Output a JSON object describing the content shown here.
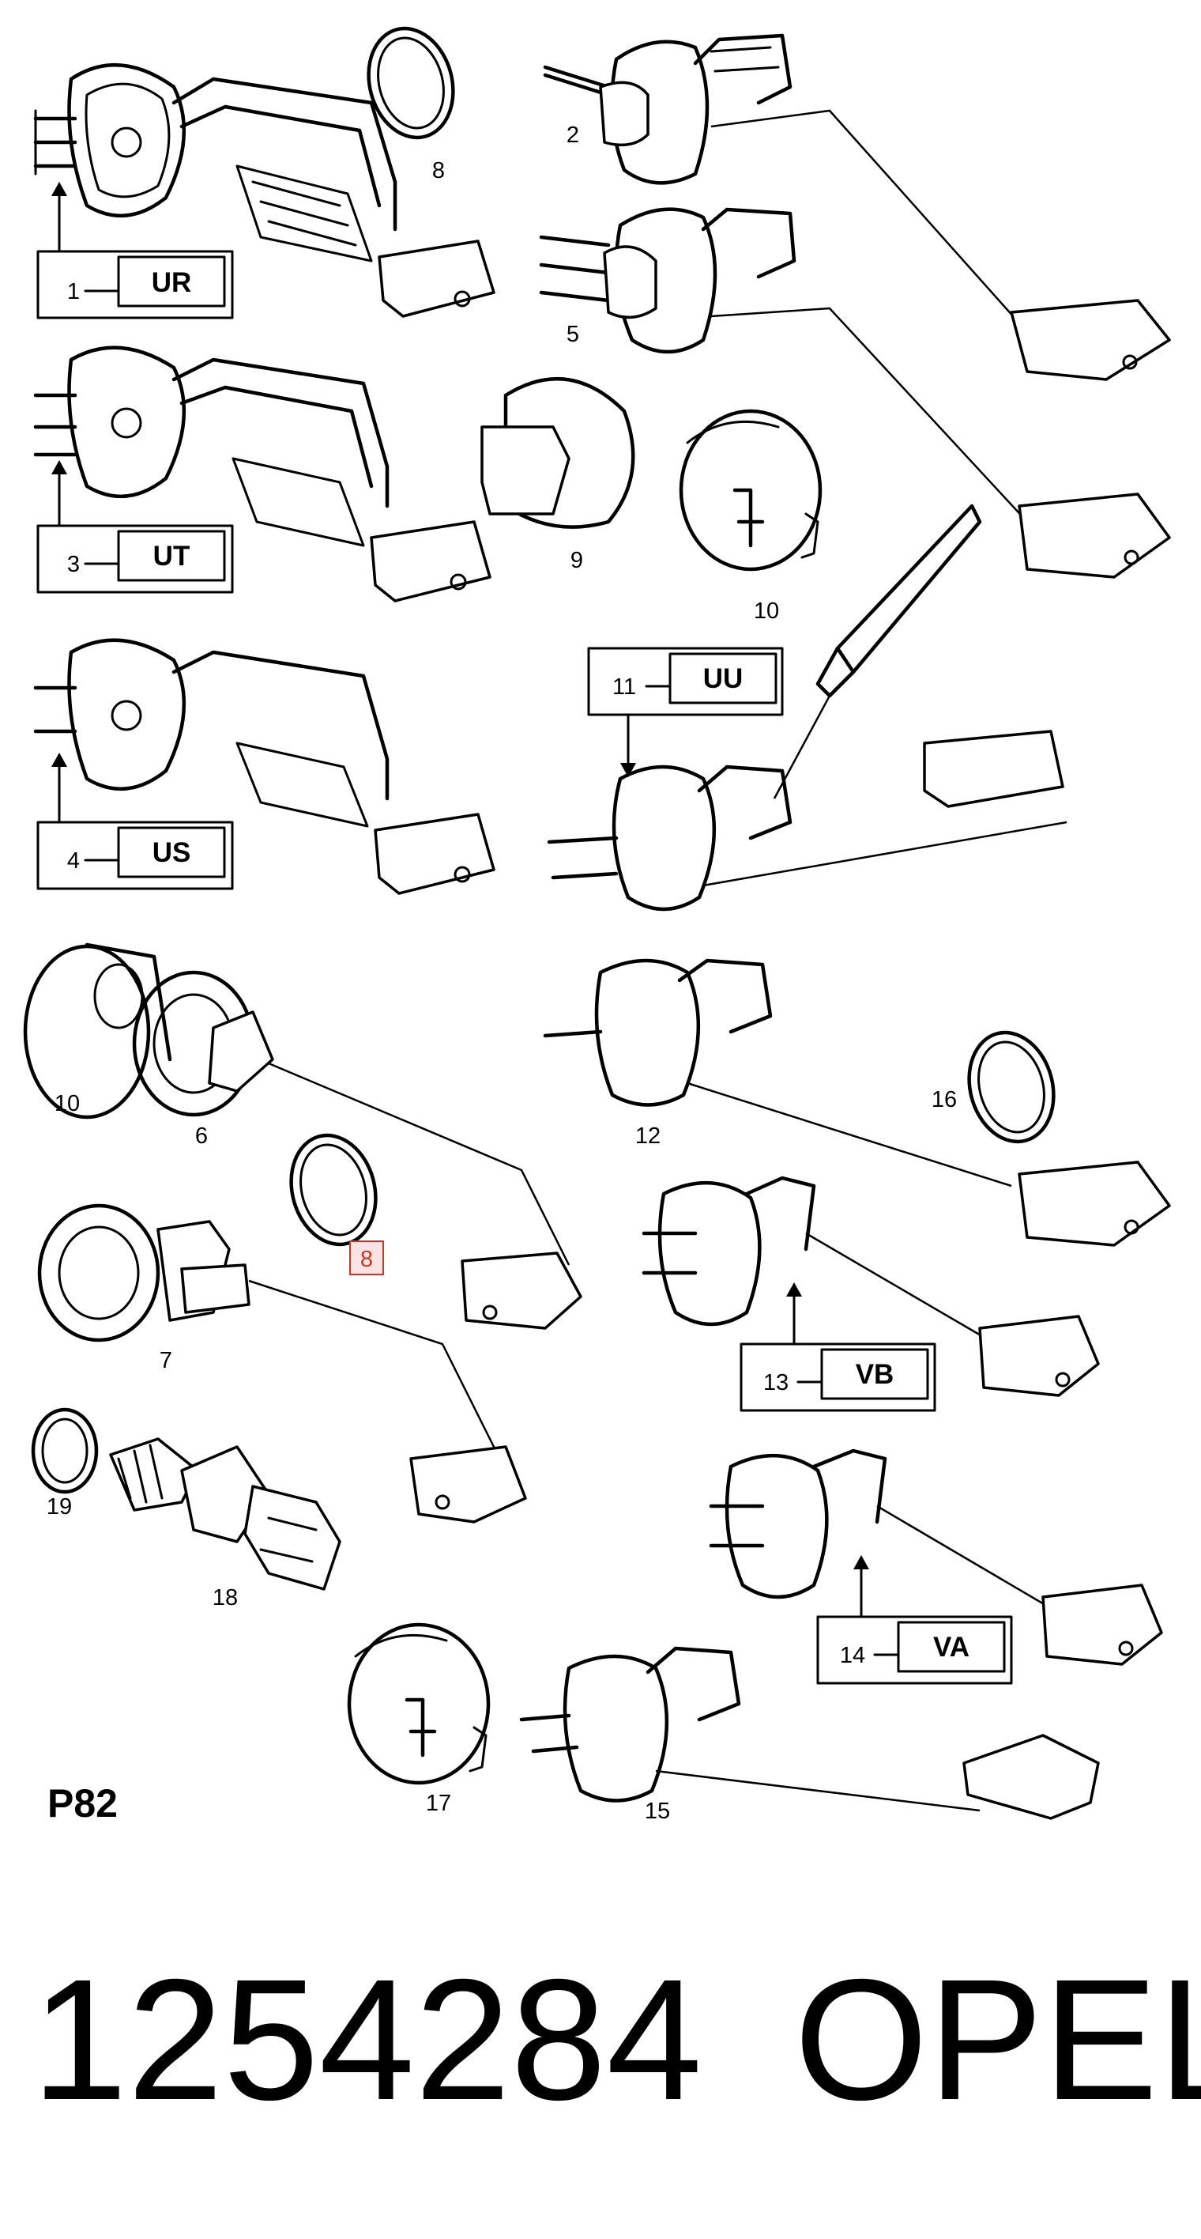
{
  "callouts": {
    "c1": {
      "number": "1",
      "code": "UR"
    },
    "c3": {
      "number": "3",
      "code": "UT"
    },
    "c4": {
      "number": "4",
      "code": "US"
    },
    "c11": {
      "number": "11",
      "code": "UU"
    },
    "c13": {
      "number": "13",
      "code": "VB"
    },
    "c14": {
      "number": "14",
      "code": "VA"
    }
  },
  "labels": {
    "n2": "2",
    "n5": "5",
    "n6": "6",
    "n7": "7",
    "n8a": "8",
    "n8b": "8",
    "n9": "9",
    "n10a": "10",
    "n10b": "10",
    "n12": "12",
    "n15": "15",
    "n16": "16",
    "n17": "17",
    "n18": "18",
    "n19": "19"
  },
  "page_ref": "P82",
  "part_number": "1254284",
  "brand": "OPEL",
  "colors": {
    "highlight": "#c0392b",
    "ink": "#000000",
    "background": "#ffffff"
  }
}
